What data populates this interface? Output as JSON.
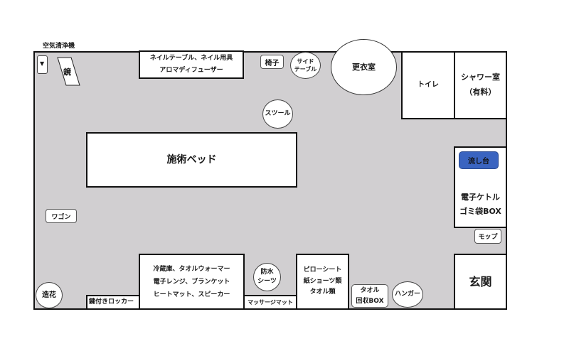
{
  "labels": {
    "air_purifier": "空気清浄機",
    "mirror": "鏡",
    "nail_table": [
      "ネイルテーブル、ネイル用具",
      "アロマディフューザー"
    ],
    "chair": "椅子",
    "side_table": [
      "サイド",
      "テーブル"
    ],
    "changing_room": "更衣室",
    "toilet": "トイレ",
    "shower": [
      "シャワー室",
      "（有料）"
    ],
    "stool": "スツール",
    "treatment_bed": "施術ベッド",
    "sink": "流し台",
    "kettle_box": [
      "電子ケトル",
      "ゴミ袋BOX"
    ],
    "mop": "モップ",
    "wagon": "ワゴン",
    "fridge_box": [
      "冷蔵庫、タオルウォーマー",
      "電子レンジ、ブランケット",
      "ヒートマット、スピーカー"
    ],
    "waterproof_sheets": [
      "防水",
      "シーツ"
    ],
    "pillow_box": [
      "ピローシート",
      "紙ショーツ類",
      "タオル類"
    ],
    "towel_collect": [
      "タオル",
      "回収BOX"
    ],
    "hanger": "ハンガー",
    "entrance": "玄関",
    "artificial_flower": "造花",
    "locker": "鍵付きロッカー",
    "massage_mat": "マッサージマット"
  },
  "colors": {
    "floor": "#d1cfd1",
    "sink_fill": "#3a64c0",
    "border": "#111111"
  }
}
